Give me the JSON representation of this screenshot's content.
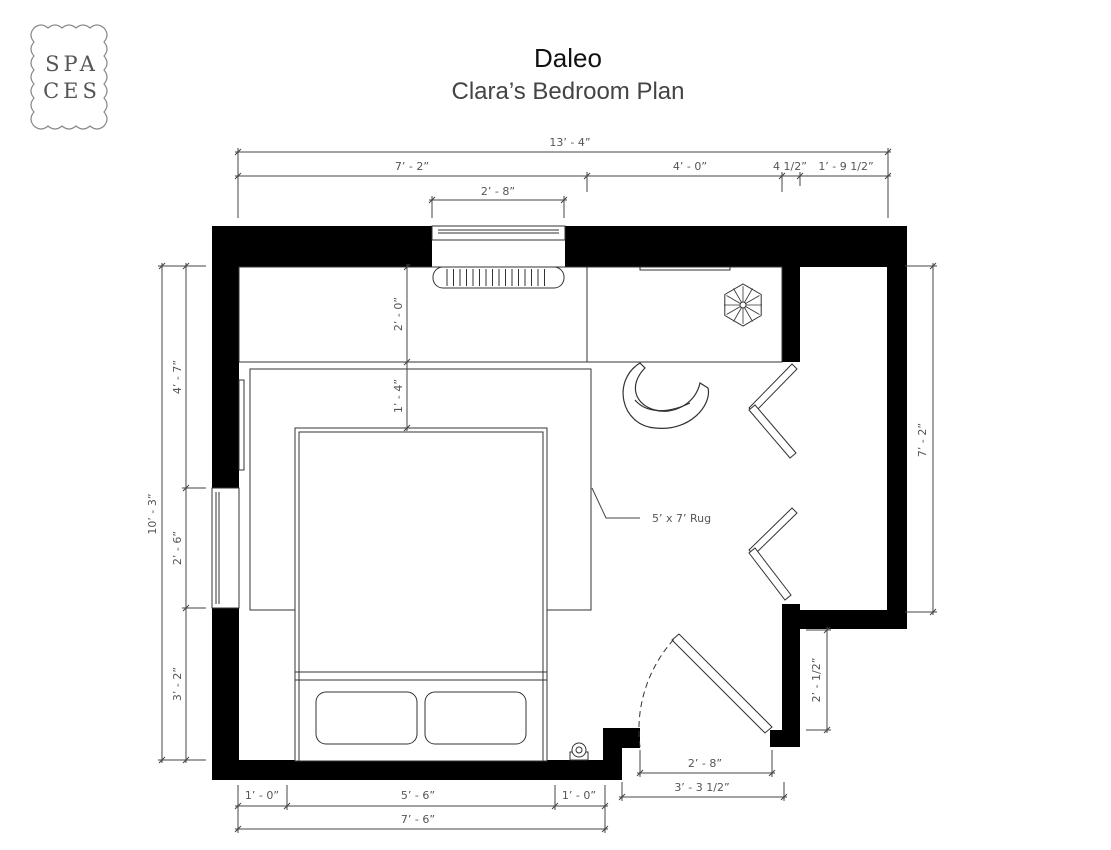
{
  "logo": {
    "line1": "SPA",
    "line2": "CES"
  },
  "header": {
    "title": "Daleo",
    "subtitle": "Clara’s Bedroom Plan"
  },
  "dimensions": {
    "top_total": "13’ - 4”",
    "top_left": "7’ - 2”",
    "top_mid": "4’ - 0”",
    "top_small": "4 1/2”",
    "top_right": "1’ - 9 1/2”",
    "window_top": "2’ - 8”",
    "left_total": "10’ - 3”",
    "left_upper": "4’ - 7”",
    "left_window": "2’ - 6”",
    "left_lower": "3’ - 2”",
    "desk_depth": "2’ - 0”",
    "bed_gap": "1’ - 4”",
    "closet_height": "7’ - 2”",
    "notch": "2’ - 1/2”",
    "bottom_left": "1’ - 0”",
    "bottom_bed": "5’ - 6”",
    "bottom_right": "1’ - 0”",
    "bottom_total": "7’ - 6”",
    "door_inner": "2’ - 8”",
    "door_outer": "3’ - 3 1/2”"
  },
  "labels": {
    "rug": "5’ x 7’ Rug"
  }
}
